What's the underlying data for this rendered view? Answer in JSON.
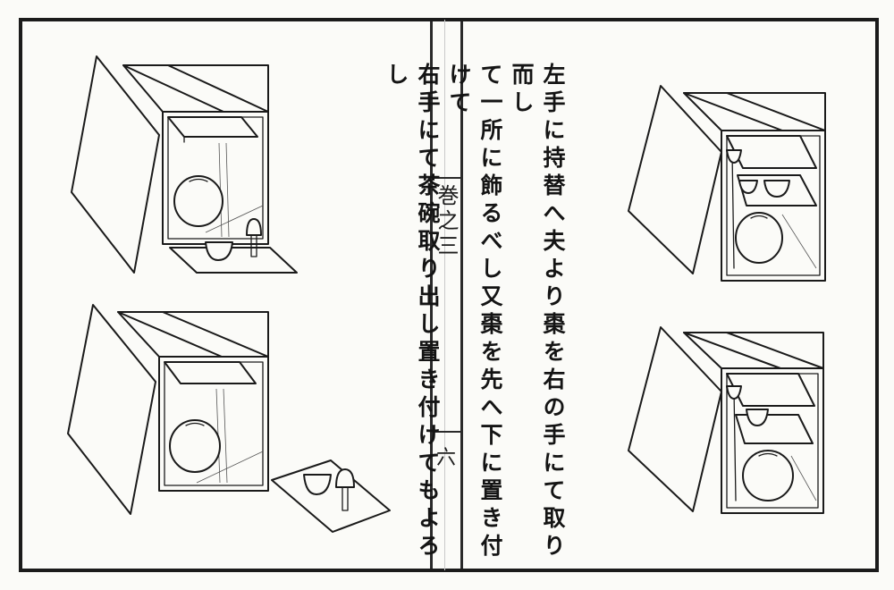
{
  "page": {
    "hashira": "巻之三",
    "page_number": "六"
  },
  "text": {
    "columns": [
      "左手に持替へ夫より棗を右の手にて取り而し",
      "て一所に飾るべし又棗を先へ下に置き付けて",
      "右手にて茶碗取り出し置き付けてもよろし"
    ]
  },
  "illustrations": [
    {
      "name": "cabinet-illustration-top-left",
      "depicts": "open cabinet with tea caddy, tea bowl and whisk on the drop-front board"
    },
    {
      "name": "cabinet-illustration-bottom-left",
      "depicts": "open cabinet with tea caddy; tea bowl and whisk on a separate board"
    },
    {
      "name": "cabinet-illustration-top-right",
      "depicts": "open cabinet with shelves holding tea bowl, whisk, ladle and tea caddy"
    },
    {
      "name": "cabinet-illustration-bottom-right",
      "depicts": "open cabinet with shelves holding tea bowl, ladle and tea caddy"
    }
  ]
}
